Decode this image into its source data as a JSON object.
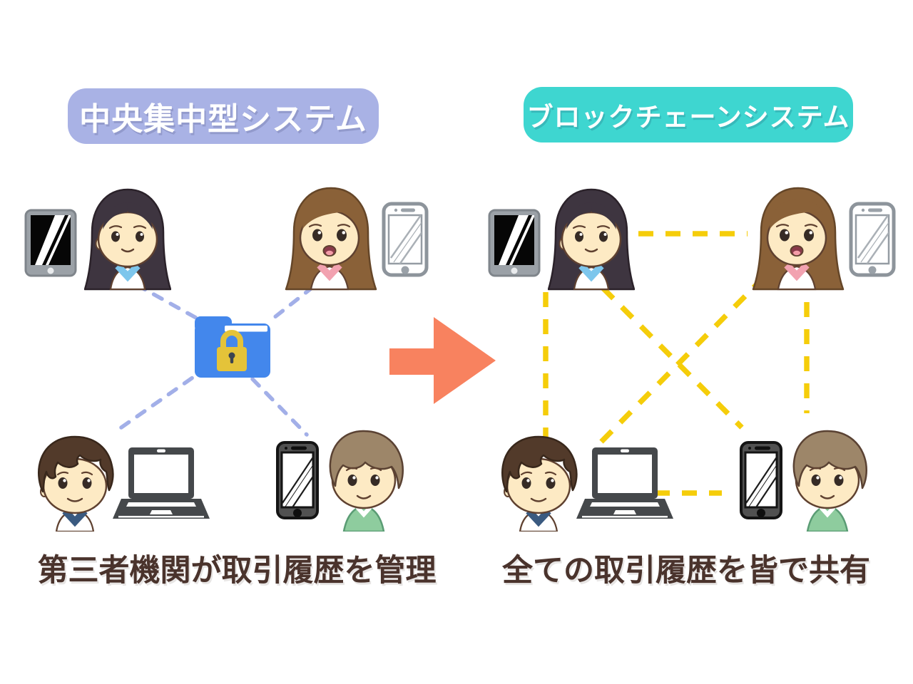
{
  "page": {
    "background": "#ffffff"
  },
  "left_panel": {
    "badge_label": "中央集中型システム",
    "badge_bg": "#a9b2e5",
    "badge_text_color": "#ffffff",
    "caption": "第三者機関が取引履歴を管理",
    "link_color": "#a2afe8",
    "link_style": "dashed",
    "hub_icon": "locked-folder-icon",
    "members": [
      {
        "person": "woman-black-hair",
        "device": "tablet"
      },
      {
        "person": "woman-brown-hair",
        "device": "smartphone-light"
      },
      {
        "person": "boy-dark-hair",
        "device": "laptop"
      },
      {
        "person": "boy-green-sweater",
        "device": "smartphone-dark"
      }
    ]
  },
  "right_panel": {
    "badge_label": "ブロックチェーンシステム",
    "badge_bg": "#3ed6d0",
    "badge_text_color": "#ffffff",
    "caption": "全ての取引履歴を皆で共有",
    "link_color": "#f5cd0a",
    "link_style": "dashed",
    "topology": "full-mesh",
    "members": [
      {
        "person": "woman-black-hair",
        "device": "tablet"
      },
      {
        "person": "woman-brown-hair",
        "device": "smartphone-light"
      },
      {
        "person": "boy-dark-hair",
        "device": "laptop"
      },
      {
        "person": "boy-green-sweater",
        "device": "smartphone-dark"
      }
    ]
  },
  "transition": {
    "arrow_icon": "arrow-right-icon",
    "arrow_color": "#f8825f"
  },
  "folder": {
    "body_color": "#4387ec",
    "strip_color": "#ffffff",
    "lock_color": "#e4c339",
    "keyhole_color": "#3c4450"
  },
  "text": {
    "caption_color": "#4a332c"
  }
}
